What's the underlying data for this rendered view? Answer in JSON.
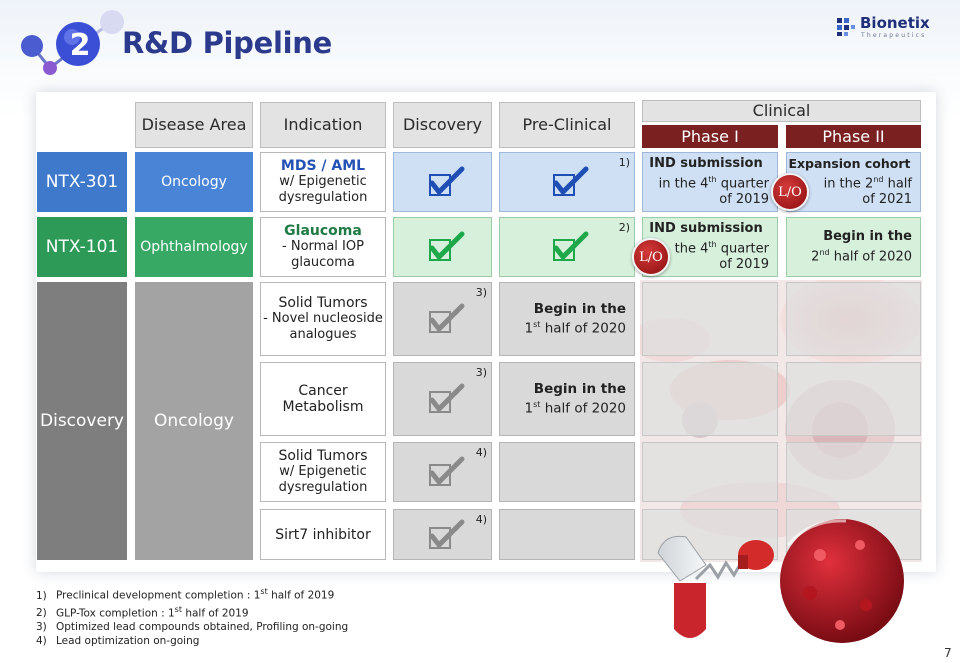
{
  "header": {
    "section_number": "2",
    "title": "R&D Pipeline",
    "brand_name": "Bionetix",
    "brand_sub": "Therapeutics"
  },
  "table": {
    "headers": {
      "disease_area": "Disease Area",
      "indication": "Indication",
      "discovery": "Discovery",
      "preclinical": "Pre-Clinical",
      "clinical": "Clinical",
      "phase1": "Phase I",
      "phase2": "Phase II"
    },
    "rows": {
      "ntx301": {
        "program": "NTX-301",
        "disease_area": "Oncology",
        "indication_main": "MDS / AML",
        "indication_sub1": "w/ Epigenetic",
        "indication_sub2": "dysregulation",
        "preclinical_note": "1)",
        "phase1_title": "IND submission",
        "phase1_line2_pre": "in the 4",
        "phase1_line2_sup": "th",
        "phase1_line2_post": " quarter",
        "phase1_line3": "of 2019",
        "phase2_title": "Expansion cohort",
        "phase2_line2_pre": "in the 2",
        "phase2_line2_sup": "nd",
        "phase2_line2_post": " half",
        "phase2_line3": "of 2021",
        "badge": "L/O"
      },
      "ntx101": {
        "program": "NTX-101",
        "disease_area": "Ophthalmology",
        "indication_main": "Glaucoma",
        "indication_sub1": "- Normal IOP",
        "indication_sub2": "glaucoma",
        "preclinical_note": "2)",
        "phase1_title": "IND submission",
        "phase1_line2_pre": "the 4",
        "phase1_line2_sup": "th",
        "phase1_line2_post": " quarter",
        "phase1_line3": "of 2019",
        "phase2_line1": "Begin in the",
        "phase2_line2_pre": "2",
        "phase2_line2_sup": "nd",
        "phase2_line2_post": " half of 2020",
        "badge": "L/O"
      },
      "discovery_group": {
        "program": "Discovery",
        "disease_area": "Oncology",
        "items": [
          {
            "indication_main": "Solid Tumors",
            "indication_sub1": "- Novel nucleoside",
            "indication_sub2": "analogues",
            "note": "3)",
            "preclinical_line1": "Begin in the",
            "preclinical_line2_pre": "1",
            "preclinical_line2_sup": "st",
            "preclinical_line2_post": " half of 2020"
          },
          {
            "indication_main": "Cancer",
            "indication_sub1": "Metabolism",
            "note": "3)",
            "preclinical_line1": "Begin in the",
            "preclinical_line2_pre": "1",
            "preclinical_line2_sup": "st",
            "preclinical_line2_post": " half of 2020"
          },
          {
            "indication_main": "Solid Tumors",
            "indication_sub1": "w/ Epigenetic",
            "indication_sub2": "dysregulation",
            "note": "4)"
          },
          {
            "indication_main": "Sirt7 inhibitor",
            "note": "4)"
          }
        ]
      }
    }
  },
  "footnotes": [
    {
      "num": "1)",
      "pre": "Preclinical development completion : 1",
      "sup": "st",
      "post": " half of 2019"
    },
    {
      "num": "2)",
      "pre": "GLP-Tox completion : 1",
      "sup": "st",
      "post": " half of 2019"
    },
    {
      "num": "3)",
      "pre": "Optimized lead compounds obtained,  Profiling on-going",
      "sup": "",
      "post": ""
    },
    {
      "num": "4)",
      "pre": "Lead optimization on-going",
      "sup": "",
      "post": ""
    }
  ],
  "page_number": "7",
  "colors": {
    "title": "#2b3a8c",
    "ntx301": "#3f79cc",
    "ntx101": "#2e9a57",
    "discovery_dark": "#7e7e7e",
    "discovery_light": "#a3a3a3",
    "phase_header": "#7a2020",
    "check_blue": "#1f4fb5",
    "check_green": "#1fa84a",
    "check_gray": "#8a8a8a"
  }
}
